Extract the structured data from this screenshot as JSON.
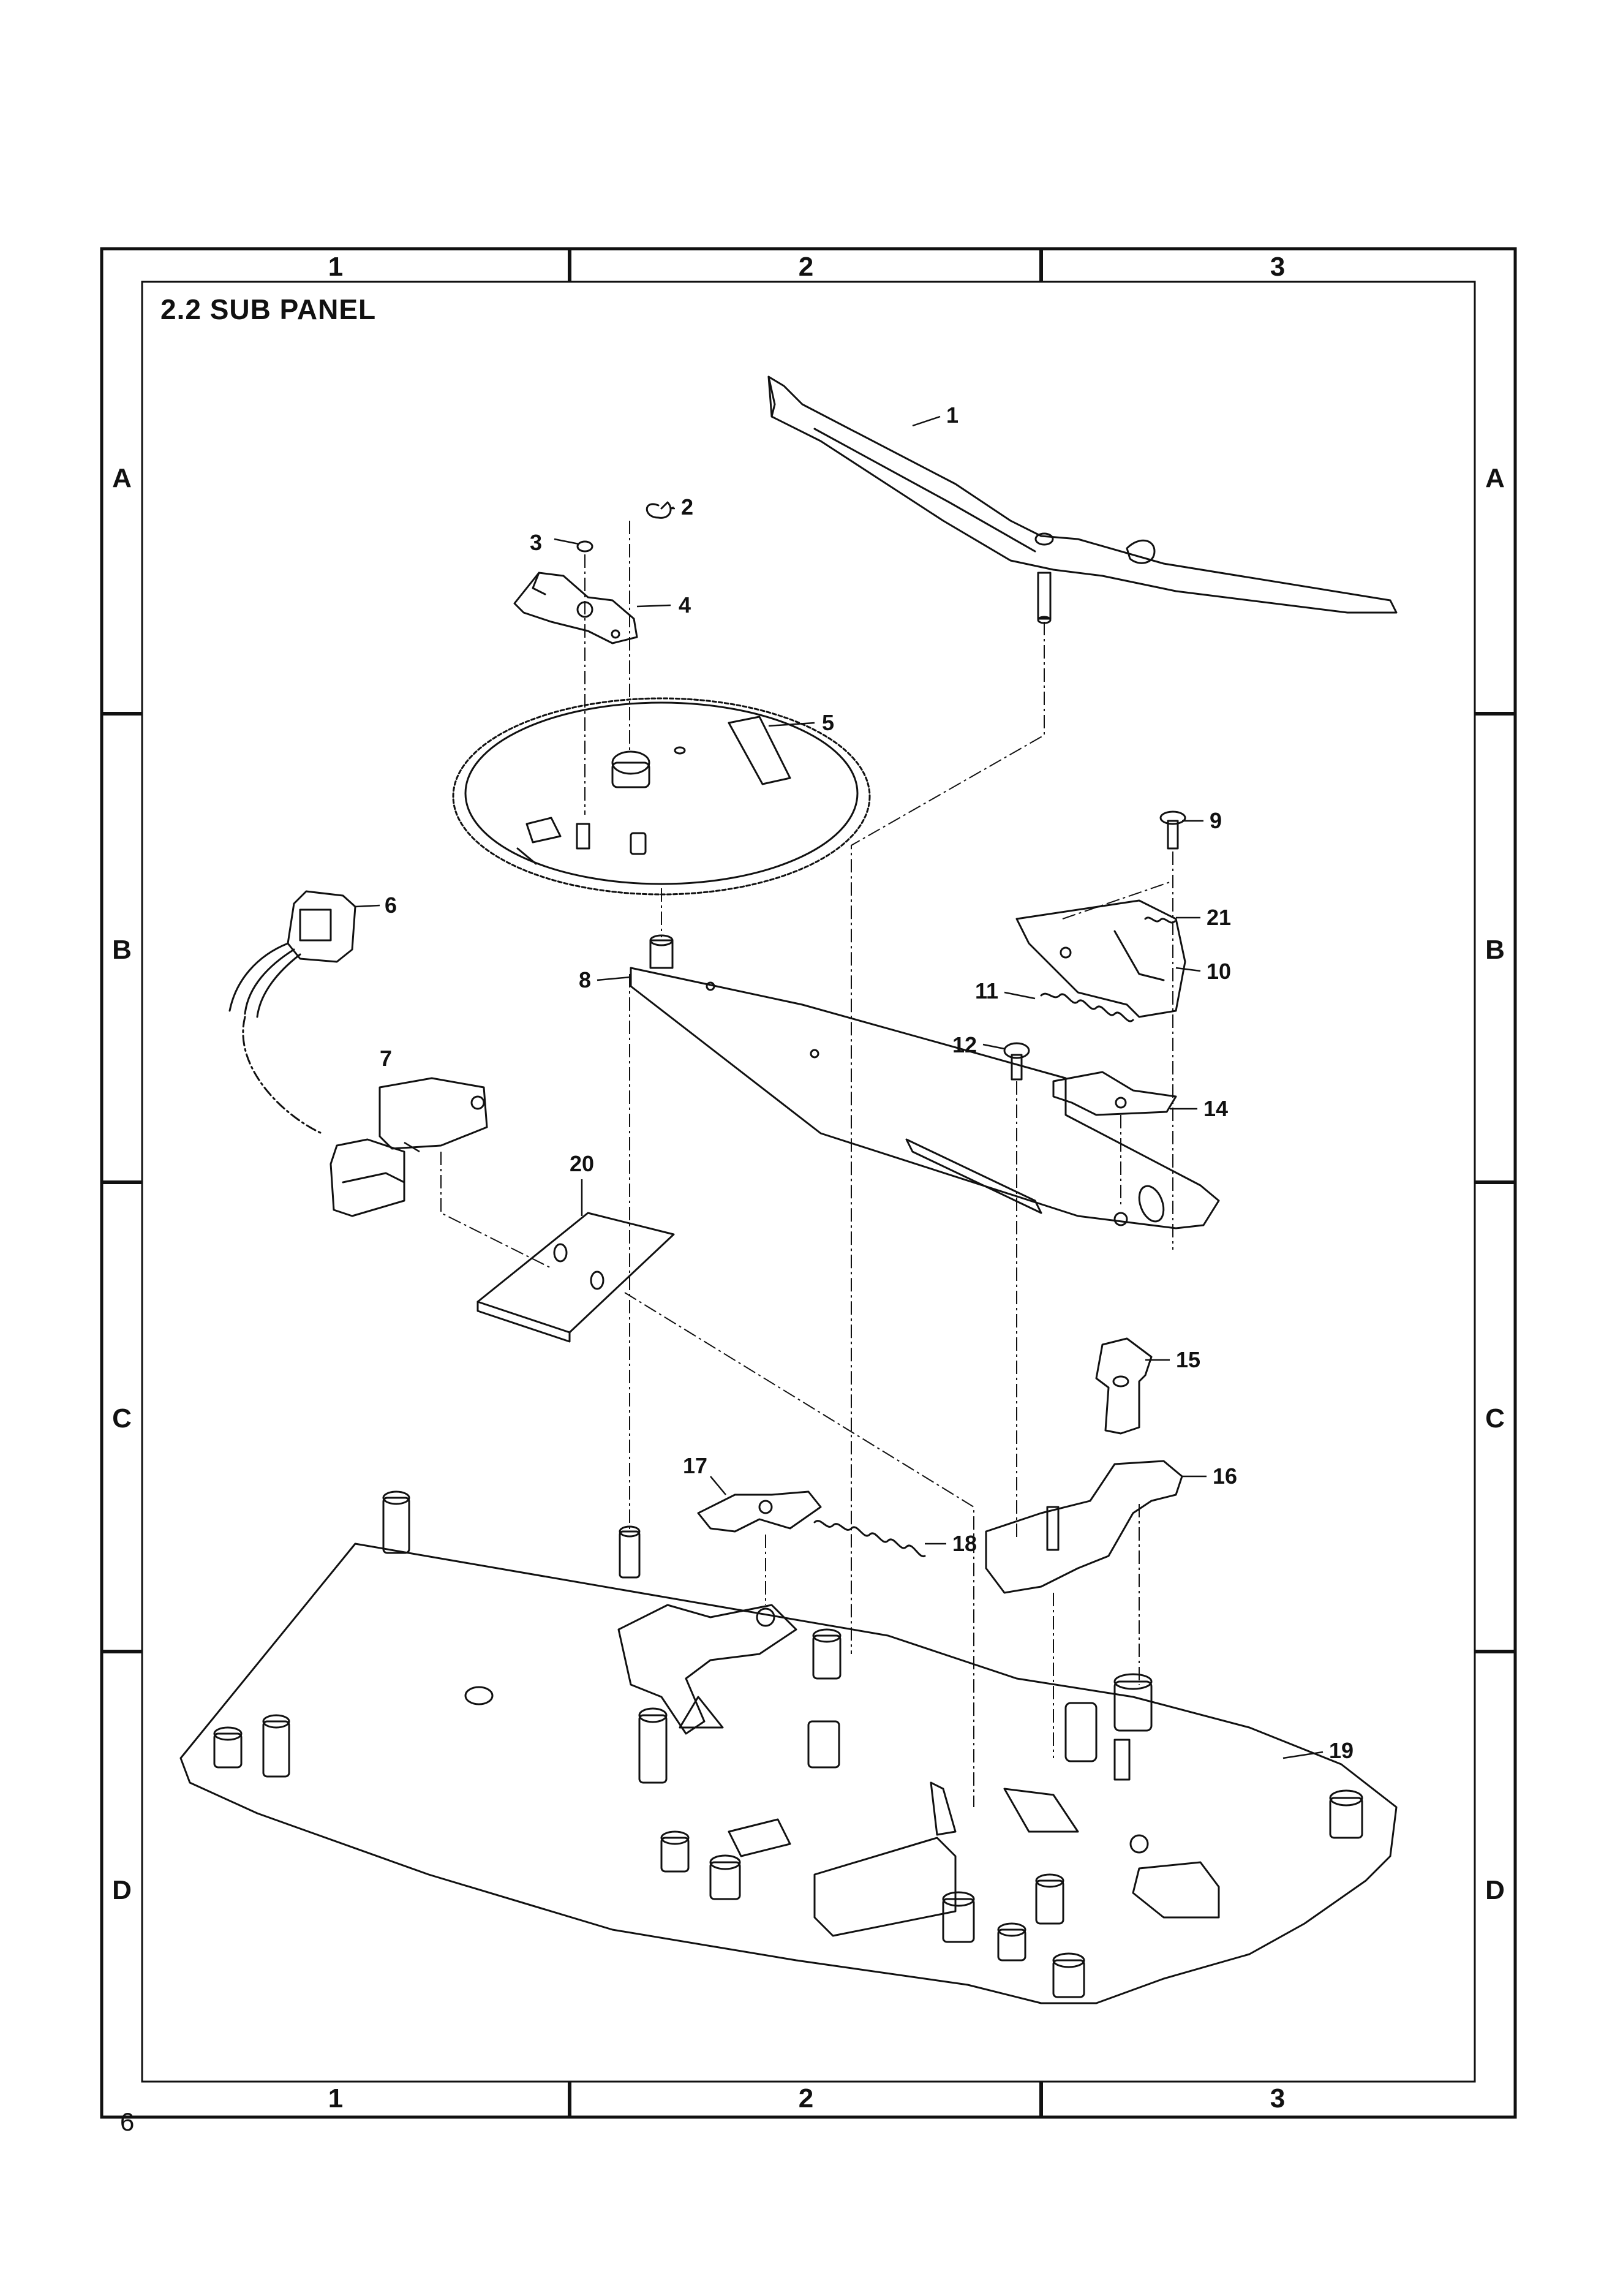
{
  "page": {
    "title": "2.2  SUB PANEL",
    "page_number": "6"
  },
  "grid": {
    "columns": [
      "1",
      "2",
      "3"
    ],
    "rows": [
      "A",
      "B",
      "C",
      "D"
    ]
  },
  "parts": [
    {
      "id": "1",
      "label": "1"
    },
    {
      "id": "2",
      "label": "2"
    },
    {
      "id": "3",
      "label": "3"
    },
    {
      "id": "4",
      "label": "4"
    },
    {
      "id": "5",
      "label": "5"
    },
    {
      "id": "6",
      "label": "6"
    },
    {
      "id": "7",
      "label": "7"
    },
    {
      "id": "8",
      "label": "8"
    },
    {
      "id": "9",
      "label": "9"
    },
    {
      "id": "10",
      "label": "10"
    },
    {
      "id": "11",
      "label": "11"
    },
    {
      "id": "12",
      "label": "12"
    },
    {
      "id": "14",
      "label": "14"
    },
    {
      "id": "15",
      "label": "15"
    },
    {
      "id": "16",
      "label": "16"
    },
    {
      "id": "17",
      "label": "17"
    },
    {
      "id": "18",
      "label": "18"
    },
    {
      "id": "19",
      "label": "19"
    },
    {
      "id": "20",
      "label": "20"
    },
    {
      "id": "21",
      "label": "21"
    }
  ]
}
